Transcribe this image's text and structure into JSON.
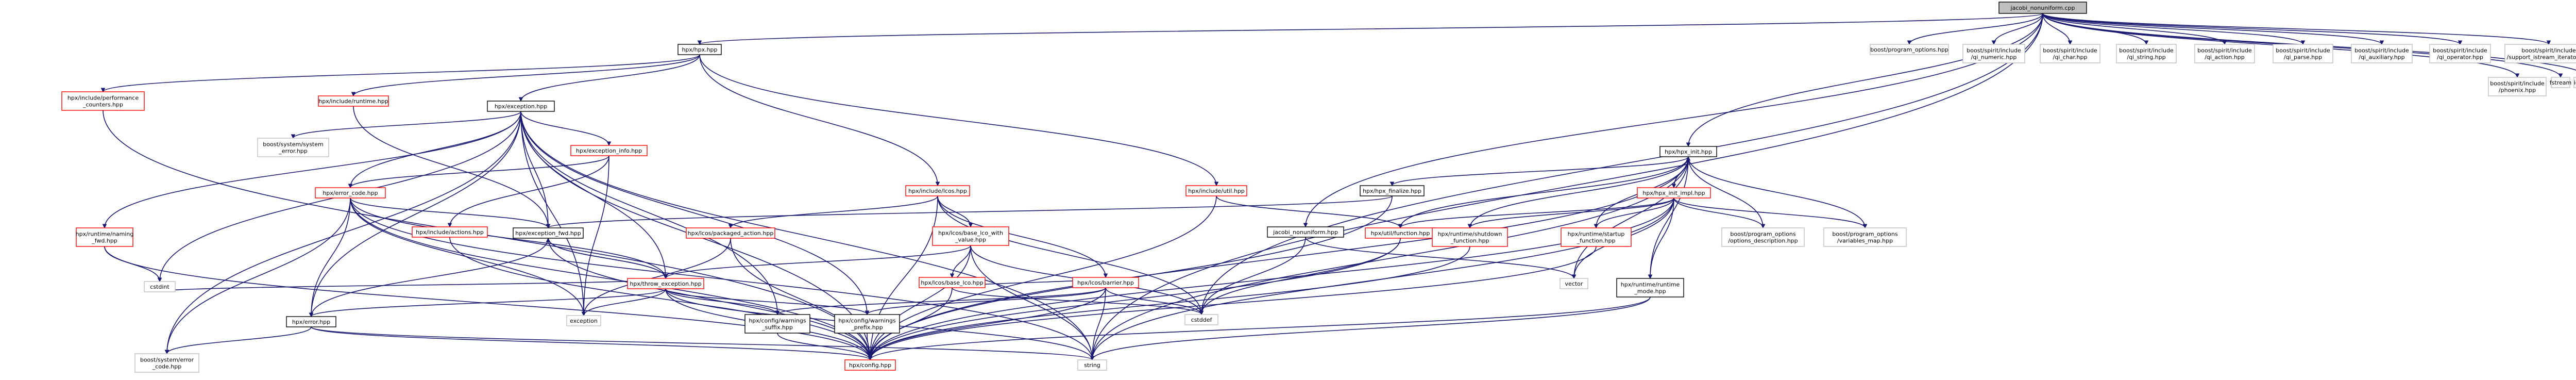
{
  "diagram": {
    "type": "include-dependency-graph",
    "colors": {
      "edge": "#191970",
      "documented_border": "#000000",
      "undocumented_border": "#ff0000",
      "external_border": "#bfbfbf",
      "root_fill": "#bfbfbf"
    },
    "nodes": [
      {
        "id": "root",
        "lines": [
          "jacobi_nonuniform.cpp"
        ],
        "kind": "root"
      },
      {
        "id": "hpx",
        "lines": [
          "hpx/hpx.hpp"
        ],
        "kind": "black"
      },
      {
        "id": "perf",
        "lines": [
          "hpx/include/performance",
          "_counters.hpp"
        ],
        "kind": "red"
      },
      {
        "id": "runtime",
        "lines": [
          "hpx/include/runtime.hpp"
        ],
        "kind": "red"
      },
      {
        "id": "exception",
        "lines": [
          "hpx/exception.hpp"
        ],
        "kind": "black"
      },
      {
        "id": "lcos",
        "lines": [
          "hpx/include/lcos.hpp"
        ],
        "kind": "red"
      },
      {
        "id": "util",
        "lines": [
          "hpx/include/util.hpp"
        ],
        "kind": "red"
      },
      {
        "id": "nonuniform",
        "lines": [
          "jacobi_nonuniform.hpp"
        ],
        "kind": "black"
      },
      {
        "id": "hpxinit",
        "lines": [
          "hpx/hpx_init.hpp"
        ],
        "kind": "black"
      },
      {
        "id": "finalize",
        "lines": [
          "hpx/hpx_finalize.hpp"
        ],
        "kind": "black"
      },
      {
        "id": "sysconf",
        "lines": [
          "boost/system/system",
          "_error.hpp"
        ],
        "kind": "gray"
      },
      {
        "id": "excinfo",
        "lines": [
          "hpx/exception_info.hpp"
        ],
        "kind": "red"
      },
      {
        "id": "errcode",
        "lines": [
          "hpx/error_code.hpp"
        ],
        "kind": "red"
      },
      {
        "id": "naming",
        "lines": [
          "hpx/runtime/naming",
          "_fwd.hpp"
        ],
        "kind": "red"
      },
      {
        "id": "actions",
        "lines": [
          "hpx/include/actions.hpp"
        ],
        "kind": "red"
      },
      {
        "id": "excfwd",
        "lines": [
          "hpx/exception_fwd.hpp"
        ],
        "kind": "black"
      },
      {
        "id": "pkgaction",
        "lines": [
          "hpx/lcos/packaged_action.hpp"
        ],
        "kind": "red"
      },
      {
        "id": "baselco",
        "lines": [
          "hpx/lcos/base_lco_with",
          "_value.hpp"
        ],
        "kind": "red"
      },
      {
        "id": "barrier",
        "lines": [
          "hpx/lcos/barrier.hpp"
        ],
        "kind": "red"
      },
      {
        "id": "throwexc",
        "lines": [
          "hpx/throw_exception.hpp"
        ],
        "kind": "red"
      },
      {
        "id": "baselcohpp",
        "lines": [
          "hpx/lcos/base_lco.hpp"
        ],
        "kind": "red"
      },
      {
        "id": "error",
        "lines": [
          "hpx/error.hpp"
        ],
        "kind": "black"
      },
      {
        "id": "warnsuffix",
        "lines": [
          "hpx/config/warnings",
          "_suffix.hpp"
        ],
        "kind": "black"
      },
      {
        "id": "warnprefix",
        "lines": [
          "hpx/config/warnings",
          "_prefix.hpp"
        ],
        "kind": "black"
      },
      {
        "id": "config",
        "lines": [
          "hpx/config.hpp"
        ],
        "kind": "red"
      },
      {
        "id": "cstdint",
        "lines": [
          "cstdint"
        ],
        "kind": "gray"
      },
      {
        "id": "excstd",
        "lines": [
          "exception"
        ],
        "kind": "gray"
      },
      {
        "id": "cstddef",
        "lines": [
          "cstddef"
        ],
        "kind": "gray"
      },
      {
        "id": "string",
        "lines": [
          "string"
        ],
        "kind": "gray"
      },
      {
        "id": "syserr",
        "lines": [
          "boost/system/error",
          "_code.hpp"
        ],
        "kind": "gray"
      },
      {
        "id": "initimpl",
        "lines": [
          "hpx/hpx_init_impl.hpp"
        ],
        "kind": "red"
      },
      {
        "id": "utilfunc",
        "lines": [
          "hpx/util/function.hpp"
        ],
        "kind": "red"
      },
      {
        "id": "shutdown",
        "lines": [
          "hpx/runtime/shutdown",
          "_function.hpp"
        ],
        "kind": "red"
      },
      {
        "id": "startup",
        "lines": [
          "hpx/runtime/startup",
          "_function.hpp"
        ],
        "kind": "red"
      },
      {
        "id": "optdesc",
        "lines": [
          "boost/program_options",
          "/options_description.hpp"
        ],
        "kind": "gray"
      },
      {
        "id": "varmap",
        "lines": [
          "boost/program_options",
          "/variables_map.hpp"
        ],
        "kind": "gray"
      },
      {
        "id": "vector",
        "lines": [
          "vector"
        ],
        "kind": "gray"
      },
      {
        "id": "runtimemode",
        "lines": [
          "hpx/runtime/runtime",
          "_mode.hpp"
        ],
        "kind": "black"
      },
      {
        "id": "progopts",
        "lines": [
          "boost/program_options.hpp"
        ],
        "kind": "gray"
      },
      {
        "id": "spiritnumeric",
        "lines": [
          "boost/spirit/include",
          "/qi_numeric.hpp"
        ],
        "kind": "gray"
      },
      {
        "id": "spiritchar",
        "lines": [
          "boost/spirit/include",
          "/qi_char.hpp"
        ],
        "kind": "gray"
      },
      {
        "id": "spiritstring",
        "lines": [
          "boost/spirit/include",
          "/qi_string.hpp"
        ],
        "kind": "gray"
      },
      {
        "id": "spiritaction",
        "lines": [
          "boost/spirit/include",
          "/qi_action.hpp"
        ],
        "kind": "gray"
      },
      {
        "id": "spiritparse",
        "lines": [
          "boost/spirit/include",
          "/qi_parse.hpp"
        ],
        "kind": "gray"
      },
      {
        "id": "spiritaux",
        "lines": [
          "boost/spirit/include",
          "/qi_auxiliary.hpp"
        ],
        "kind": "gray"
      },
      {
        "id": "spiritop",
        "lines": [
          "boost/spirit/include",
          "/qi_operator.hpp"
        ],
        "kind": "gray"
      },
      {
        "id": "spirititer",
        "lines": [
          "boost/spirit/include",
          "/support_istream_iterator.hpp"
        ],
        "kind": "gray"
      },
      {
        "id": "phoenix",
        "lines": [
          "boost/spirit/include",
          "/phoenix.hpp"
        ],
        "kind": "gray"
      },
      {
        "id": "fstream",
        "lines": [
          "fstream"
        ],
        "kind": "gray"
      },
      {
        "id": "iostream",
        "lines": [
          "iostream"
        ],
        "kind": "gray"
      }
    ],
    "edges": [
      [
        "root",
        "hpx"
      ],
      [
        "root",
        "progopts"
      ],
      [
        "root",
        "spiritnumeric"
      ],
      [
        "root",
        "spiritchar"
      ],
      [
        "root",
        "spiritstring"
      ],
      [
        "root",
        "spiritaction"
      ],
      [
        "root",
        "spiritparse"
      ],
      [
        "root",
        "spiritaux"
      ],
      [
        "root",
        "spiritop"
      ],
      [
        "root",
        "spirititer"
      ],
      [
        "root",
        "phoenix"
      ],
      [
        "root",
        "fstream"
      ],
      [
        "root",
        "iostream"
      ],
      [
        "root",
        "hpxinit"
      ],
      [
        "root",
        "nonuniform"
      ],
      [
        "root",
        "cstddef"
      ],
      [
        "root",
        "string"
      ],
      [
        "hpx",
        "perf"
      ],
      [
        "hpx",
        "runtime"
      ],
      [
        "hpx",
        "exception"
      ],
      [
        "hpx",
        "lcos"
      ],
      [
        "hpx",
        "util"
      ],
      [
        "perf",
        "config"
      ],
      [
        "runtime",
        "excfwd"
      ],
      [
        "exception",
        "sysconf"
      ],
      [
        "exception",
        "excinfo"
      ],
      [
        "exception",
        "errcode"
      ],
      [
        "exception",
        "naming"
      ],
      [
        "exception",
        "excfwd"
      ],
      [
        "exception",
        "throwexc"
      ],
      [
        "exception",
        "error"
      ],
      [
        "exception",
        "warnsuffix"
      ],
      [
        "exception",
        "warnprefix"
      ],
      [
        "exception",
        "config"
      ],
      [
        "exception",
        "excstd"
      ],
      [
        "exception",
        "cstdint"
      ],
      [
        "exception",
        "string"
      ],
      [
        "exception",
        "syserr"
      ],
      [
        "excinfo",
        "errcode"
      ],
      [
        "excinfo",
        "actions"
      ],
      [
        "excinfo",
        "excstd"
      ],
      [
        "errcode",
        "throwexc"
      ],
      [
        "errcode",
        "error"
      ],
      [
        "errcode",
        "excfwd"
      ],
      [
        "errcode",
        "config"
      ],
      [
        "errcode",
        "excstd"
      ],
      [
        "errcode",
        "string"
      ],
      [
        "errcode",
        "syserr"
      ],
      [
        "naming",
        "config"
      ],
      [
        "naming",
        "cstdint"
      ],
      [
        "actions",
        "config"
      ],
      [
        "excfwd",
        "error"
      ],
      [
        "excfwd",
        "config"
      ],
      [
        "excfwd",
        "throwexc"
      ],
      [
        "lcos",
        "pkgaction"
      ],
      [
        "lcos",
        "baselco"
      ],
      [
        "lcos",
        "barrier"
      ],
      [
        "lcos",
        "config"
      ],
      [
        "lcos",
        "cstddef"
      ],
      [
        "pkgaction",
        "config"
      ],
      [
        "pkgaction",
        "excstd"
      ],
      [
        "baselco",
        "baselcohpp"
      ],
      [
        "baselco",
        "throwexc"
      ],
      [
        "baselco",
        "config"
      ],
      [
        "baselco",
        "cstddef"
      ],
      [
        "baselco",
        "string"
      ],
      [
        "barrier",
        "baselcohpp"
      ],
      [
        "barrier",
        "config"
      ],
      [
        "barrier",
        "warnsuffix"
      ],
      [
        "barrier",
        "warnprefix"
      ],
      [
        "barrier",
        "cstddef"
      ],
      [
        "barrier",
        "string"
      ],
      [
        "throwexc",
        "excfwd"
      ],
      [
        "throwexc",
        "error"
      ],
      [
        "throwexc",
        "warnsuffix"
      ],
      [
        "throwexc",
        "warnprefix"
      ],
      [
        "throwexc",
        "config"
      ],
      [
        "throwexc",
        "excstd"
      ],
      [
        "throwexc",
        "string"
      ],
      [
        "throwexc",
        "cstdint"
      ],
      [
        "baselcohpp",
        "config"
      ],
      [
        "baselcohpp",
        "cstddef"
      ],
      [
        "error",
        "config"
      ],
      [
        "error",
        "syserr"
      ],
      [
        "error",
        "string"
      ],
      [
        "warnsuffix",
        "config"
      ],
      [
        "warnprefix",
        "config"
      ],
      [
        "util",
        "utilfunc"
      ],
      [
        "util",
        "config"
      ],
      [
        "nonuniform",
        "cstddef"
      ],
      [
        "nonuniform",
        "vector"
      ],
      [
        "finalize",
        "excfwd"
      ],
      [
        "finalize",
        "config"
      ],
      [
        "hpxinit",
        "finalize"
      ],
      [
        "hpxinit",
        "initimpl"
      ],
      [
        "hpxinit",
        "utilfunc"
      ],
      [
        "hpxinit",
        "shutdown"
      ],
      [
        "hpxinit",
        "startup"
      ],
      [
        "hpxinit",
        "optdesc"
      ],
      [
        "hpxinit",
        "varmap"
      ],
      [
        "hpxinit",
        "vector"
      ],
      [
        "hpxinit",
        "runtimemode"
      ],
      [
        "hpxinit",
        "config"
      ],
      [
        "hpxinit",
        "string"
      ],
      [
        "initimpl",
        "hpxinit"
      ],
      [
        "initimpl",
        "utilfunc"
      ],
      [
        "initimpl",
        "shutdown"
      ],
      [
        "initimpl",
        "startup"
      ],
      [
        "initimpl",
        "optdesc"
      ],
      [
        "initimpl",
        "varmap"
      ],
      [
        "initimpl",
        "vector"
      ],
      [
        "initimpl",
        "runtimemode"
      ],
      [
        "initimpl",
        "config"
      ],
      [
        "initimpl",
        "string"
      ],
      [
        "utilfunc",
        "config"
      ],
      [
        "utilfunc",
        "cstddef"
      ],
      [
        "shutdown",
        "config"
      ],
      [
        "startup",
        "config"
      ],
      [
        "runtimemode",
        "config"
      ],
      [
        "runtimemode",
        "string"
      ]
    ]
  }
}
